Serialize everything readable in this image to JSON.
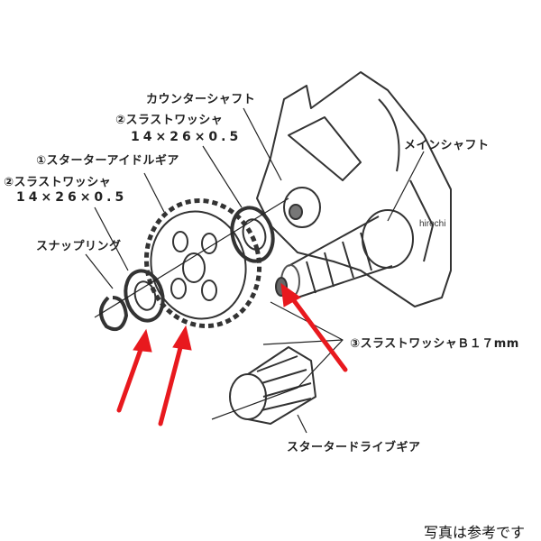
{
  "labels": {
    "countershaft": "カウンターシャフト",
    "thrust_washer_top": "②スラストワッシャ",
    "thrust_washer_top_dim": "14×26×0.5",
    "idle_gear": "①スターターアイドルギア",
    "thrust_washer_left": "②スラストワッシャ",
    "thrust_washer_left_dim": "14×26×0.5",
    "mainshaft": "メインシャフト",
    "snap_ring": "スナップリング",
    "thrust_washer_b": "③スラストワッシャＢ１７mm",
    "drive_gear": "スタータードライブギア"
  },
  "watermark": "hirochi",
  "note": "写真は参考です",
  "colors": {
    "arrow": "#e8191e",
    "line": "#222222"
  }
}
